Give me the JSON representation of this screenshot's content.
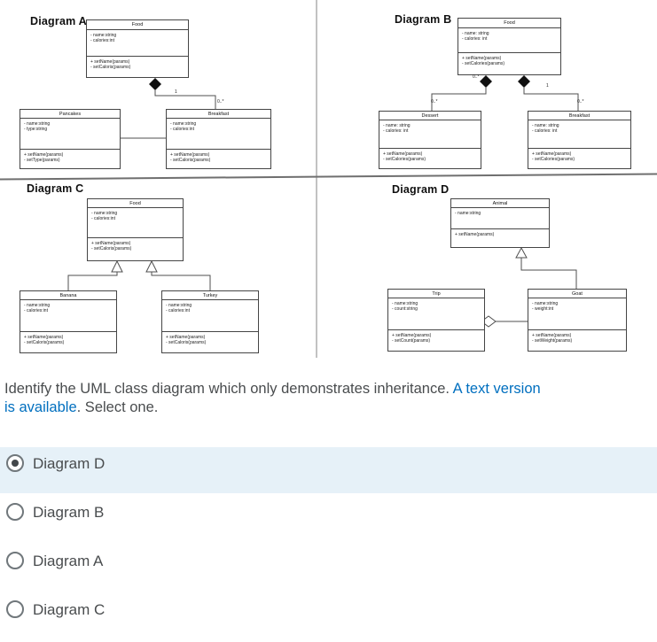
{
  "panel": {
    "diagram_a": {
      "label": "Diagram A",
      "food": {
        "name": "Food",
        "attrs": [
          "- name:string",
          "- calories:int"
        ],
        "methods": [
          "+ setName(params)",
          "- setCaloris(params)"
        ]
      },
      "pancakes": {
        "name": "Pancakes",
        "attrs": [
          "- name:string",
          "- type:string"
        ],
        "methods": [
          "+ setName(params)",
          "- setType(params)"
        ]
      },
      "breakfast": {
        "name": "Breakfast",
        "attrs": [
          "- name:string",
          "- calories:int"
        ],
        "methods": [
          "+ setName(params)",
          "- setCaloris(params)"
        ]
      },
      "mult_one": "1",
      "mult_many": "0..*"
    },
    "diagram_b": {
      "label": "Diagram B",
      "food": {
        "name": "Food",
        "attrs": [
          "- name: string",
          "- calories: int"
        ],
        "methods": [
          "+ setName(params)",
          "- setCalories(params)"
        ]
      },
      "dessert": {
        "name": "Dessert",
        "attrs": [
          "- name: string",
          "- calories: int"
        ],
        "methods": [
          "+ setName(params)",
          "- setCalories(params)"
        ]
      },
      "breakfast": {
        "name": "Breakfast",
        "attrs": [
          "- name: string",
          "- calories: int"
        ],
        "methods": [
          "+ setName(params)",
          "- setCalories(params)"
        ]
      },
      "mult_near_left_diamond": "0..*",
      "mult_dessert": "0..*",
      "mult_one": "1",
      "mult_breakfast": "0..*"
    },
    "diagram_c": {
      "label": "Diagram C",
      "food": {
        "name": "Food",
        "attrs": [
          "- name:string",
          "- calories:int"
        ],
        "methods": [
          "+ setName(params)",
          "- setCaloris(params)"
        ]
      },
      "banana": {
        "name": "Banana",
        "attrs": [
          "- name:string",
          "- calories:int"
        ],
        "methods": [
          "+ setName(params)",
          "- setCaloris(params)"
        ]
      },
      "turkey": {
        "name": "Turkey",
        "attrs": [
          "- name:string",
          "- calories:int"
        ],
        "methods": [
          "+ setName(params)",
          "- setCaloris(params)"
        ]
      }
    },
    "diagram_d": {
      "label": "Diagram D",
      "animal": {
        "name": "Animal",
        "attrs": [
          "- name:string"
        ],
        "methods": [
          "+ setName(params)"
        ]
      },
      "trip": {
        "name": "Trip",
        "attrs": [
          "- name:string",
          "- count:string"
        ],
        "methods": [
          "+ setName(params)",
          "- setCount(params)"
        ]
      },
      "goat": {
        "name": "Goat",
        "attrs": [
          "- name:string",
          "- weight:int"
        ],
        "methods": [
          "+ setName(params)",
          "- setWeight(params)"
        ]
      }
    }
  },
  "question": {
    "text": "Identify the UML class diagram which only demonstrates inheritance.",
    "link_line1": "A text version",
    "link_line2": "is available",
    "after_link": ". Select one."
  },
  "options": [
    {
      "label": "Diagram D",
      "selected": true
    },
    {
      "label": "Diagram B",
      "selected": false
    },
    {
      "label": "Diagram A",
      "selected": false
    },
    {
      "label": "Diagram C",
      "selected": false
    }
  ],
  "colors": {
    "link_blue": "#006fbf",
    "selected_row_bg": "#e6f1f8",
    "body_text": "#494c4e"
  }
}
